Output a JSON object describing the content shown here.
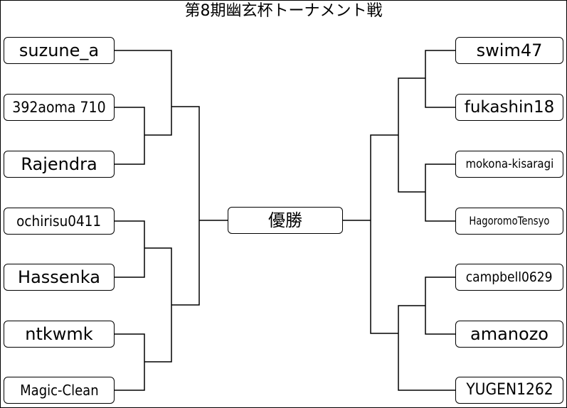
{
  "title": "第8期幽玄杯トーナメント戦",
  "final": {
    "label": "優勝"
  },
  "left": {
    "players": [
      "suzune_a",
      "392aoma 710",
      "Rajendra",
      "ochirisu0411",
      "Hassenka",
      "ntkwmk",
      "Magic-Clean"
    ]
  },
  "right": {
    "players": [
      "swim47",
      "fukashin18",
      "mokona-kisaragi",
      "HagoromoTensyo",
      "campbell0629",
      "amanozo",
      "YUGEN1262"
    ]
  }
}
